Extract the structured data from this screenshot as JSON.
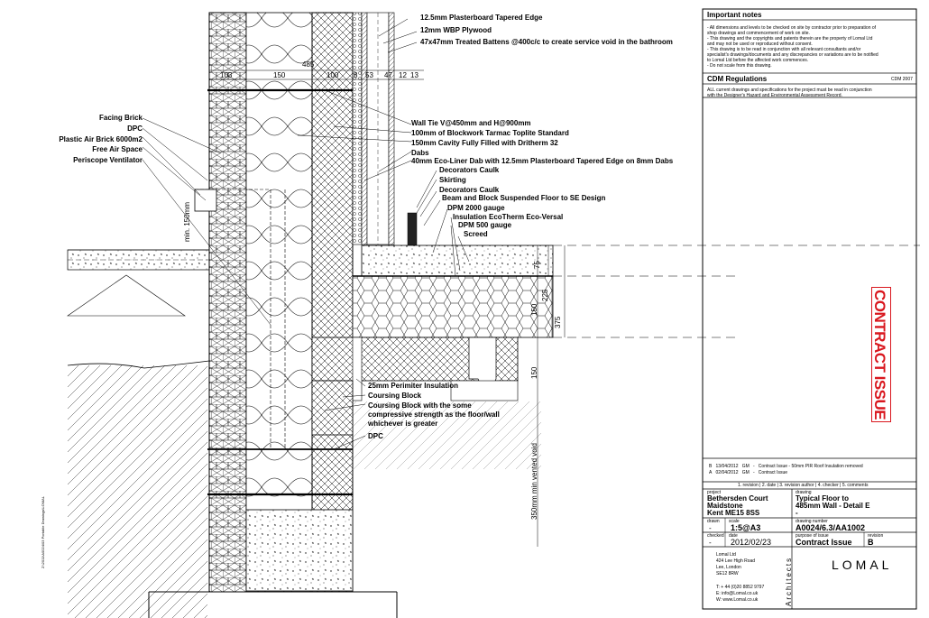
{
  "labels_top": [
    "12.5mm Plasterboard Tapered Edge",
    "12mm WBP Plywood",
    "47x47mm Treated Battens @400c/c to create service void in the bathroom"
  ],
  "dims_top": [
    "485",
    "103",
    "150",
    "100",
    "8",
    "53",
    "47",
    "12",
    "13"
  ],
  "labels_left": [
    "Facing Brick",
    "DPC",
    "Plastic Air Brick 6000m2",
    "Free Air Space",
    "Periscope Ventilator"
  ],
  "labels_right": [
    "Wall Tie V@450mm and H@900mm",
    "100mm of Blockwork Tarmac Toplite Standard",
    "150mm Cavity Fully Filled with Dritherm 32",
    "Dabs",
    "40mm Eco-Liner Dab with 12.5mm Plasterboard Tapered Edge on 8mm Dabs",
    "Decorators Caulk",
    "Skirting",
    "Decorators Caulk",
    "Beam and Block Suspended Floor to SE Design",
    "DPM 2000 gauge",
    "Insulation EcoTherm Eco-Versal",
    "DPM 500 gauge",
    "Screed"
  ],
  "labels_lower": [
    "25mm Perimiter Insulation",
    "Coursing Block",
    "Coursing Block with the some",
    "compressive strength as the floor/wall",
    "whichever is greater",
    "DPC"
  ],
  "dims_side": {
    "min150": "min. 150mm",
    "d75": "75",
    "d225": "225",
    "d150a": "150",
    "d375": "375",
    "d150b": "150",
    "vented": "350mm min vented void"
  },
  "side_path": "Z:\\2011\\A0024\\03 Portable Drawings\\LOMAL",
  "title_block": {
    "important_notes_title": "Important notes",
    "important_notes": [
      "- All dimensions and levels to be checked on site by contractor prior to preparation of",
      "shop drawings and commencement of work on site.",
      "- This drawing and the copyrights and patents therein are the property of Lomal Ltd",
      "and may not be used or reproduced without consent.",
      "- This drawing is to be read in conjunction with all relevant consultants and/or",
      "specialist's drawings/documents and any discrepancies or variations are to be notified",
      "to Lomal Ltd before the affected work commences.",
      "- Do not scale from this drawing."
    ],
    "cdm_title": "CDM Regulations",
    "cdm_year": "CDM 2007",
    "cdm_text": [
      "ALL current drawings and specifications for the project must be read in conjunction",
      "with the Designer's Hazard and Environmental Assessment Record."
    ],
    "contract_issue_stamp": "CONTRACT ISSUE",
    "revisions": [
      {
        "rev": "B",
        "date": "13/04/2012",
        "author": "GM",
        "checker": "-",
        "comment": "Contract Issue - 50mm PIR Roof Insulation removed"
      },
      {
        "rev": "A",
        "date": "02/04/2012",
        "author": "GM",
        "checker": "-",
        "comment": "Contract Issue"
      }
    ],
    "revision_headers": [
      "1. revision",
      "2. date",
      "3. revision author",
      "4. checker",
      "5. comments"
    ],
    "project_label": "project",
    "project": [
      "Bethersden Court",
      "Maidstone",
      "Kent ME15 8SS"
    ],
    "drawing_label": "drawing",
    "drawing": [
      "Typical Floor to",
      "485mm Wall - Detail E",
      "-"
    ],
    "drawn_label": "drawn",
    "drawn": "-",
    "scale_label": "scale",
    "scale": "1:5@A3",
    "drawing_number_label": "drawing number",
    "drawing_number": "A0024/6.3/AA1002",
    "checked_label": "checked",
    "checked": "-",
    "date_label": "date",
    "date": "2012/02/23",
    "purpose_label": "purpose of issue",
    "purpose": "Contract Issue",
    "revision_label": "revision",
    "revision": "B",
    "company": [
      "Lomal Ltd",
      "424 Lee High Road",
      "Lee, London",
      "SE12 8RW"
    ],
    "phone": "T:   + 44 (0)20 8852 9797",
    "email": "E:   info@Lomal.co.uk",
    "web": "W:   www.Lomal.co.uk",
    "architects": "Architects",
    "logo": "LOMAL"
  }
}
